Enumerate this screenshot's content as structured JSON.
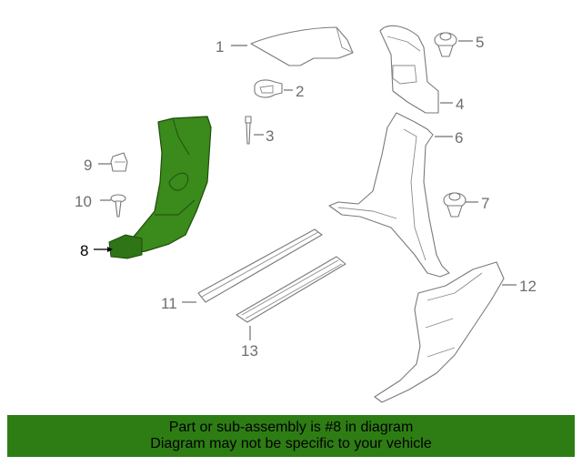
{
  "callouts": [
    {
      "id": "1",
      "label": "1"
    },
    {
      "id": "2",
      "label": "2"
    },
    {
      "id": "3",
      "label": "3"
    },
    {
      "id": "4",
      "label": "4"
    },
    {
      "id": "5",
      "label": "5"
    },
    {
      "id": "6",
      "label": "6"
    },
    {
      "id": "7",
      "label": "7"
    },
    {
      "id": "8",
      "label": "8"
    },
    {
      "id": "9",
      "label": "9"
    },
    {
      "id": "10",
      "label": "10"
    },
    {
      "id": "11",
      "label": "11"
    },
    {
      "id": "12",
      "label": "12"
    },
    {
      "id": "13",
      "label": "13"
    }
  ],
  "highlighted_part": "8",
  "colors": {
    "highlight_fill": "#3a8a1c",
    "banner_bg": "#2e7d14",
    "line": "#7a7a7a"
  },
  "banner": {
    "line1": "Part or sub-assembly is #8 in diagram",
    "line2": "Diagram may not be specific to your vehicle"
  }
}
